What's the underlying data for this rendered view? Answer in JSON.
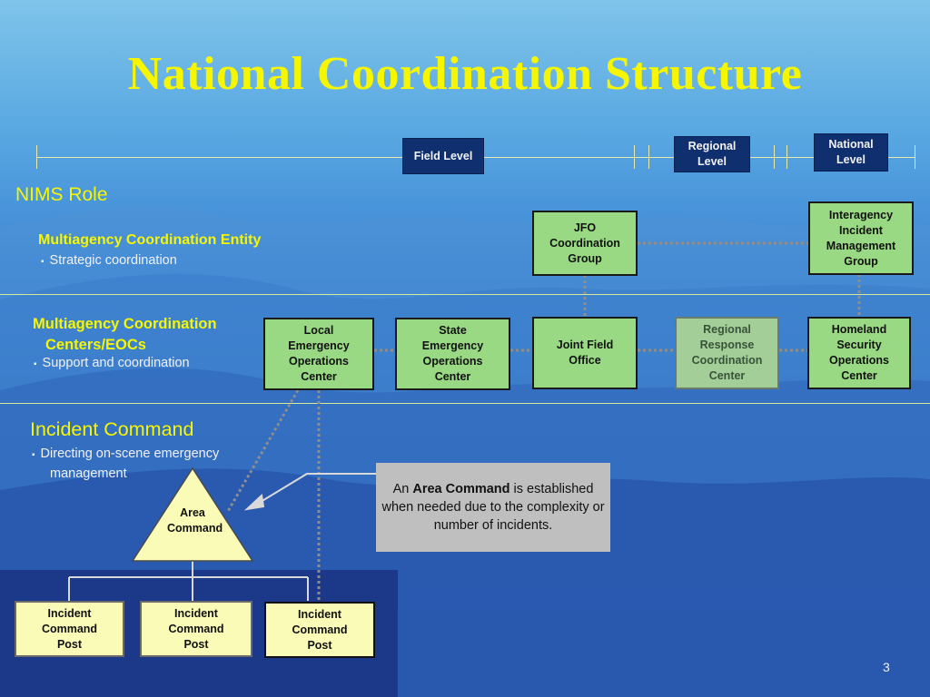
{
  "title": "National Coordination Structure",
  "levels": {
    "field": "Field Level",
    "regional": "Regional Level",
    "national": "National Level"
  },
  "nims_role": "NIMS Role",
  "rows": {
    "mace": {
      "heading": "Multiagency Coordination Entity",
      "bullet": "Strategic coordination"
    },
    "macc": {
      "heading_line1": "Multiagency Coordination",
      "heading_line2": "Centers/EOCs",
      "bullet": "Support and coordination"
    },
    "ic": {
      "heading": "Incident Command",
      "bullet_line1": "Directing on-scene emergency",
      "bullet_line2": "management"
    }
  },
  "boxes": {
    "jfo_group": "JFO Coordination Group",
    "iimg": "Interagency Incident Management Group",
    "local_eoc": "Local Emergency Operations Center",
    "state_eoc": "State Emergency Operations Center",
    "jfo": "Joint Field Office",
    "rrcc": "Regional Response Coordination Center",
    "hsoc": "Homeland Security Operations Center",
    "area_command": "Area Command",
    "icp1": "Incident Command Post",
    "icp2": "Incident Command Post",
    "icp3": "Incident Command Post"
  },
  "callout": {
    "prefix": "An ",
    "bold": "Area Command",
    "suffix": " is established when needed due to the complexity or number of incidents."
  },
  "page_number": "3",
  "colors": {
    "title": "#f6f600",
    "entity_box": "#99d983",
    "level_box": "#0f2f6e",
    "icp_box": "#fbfbb8",
    "callout_bg": "#bfbfbf"
  }
}
